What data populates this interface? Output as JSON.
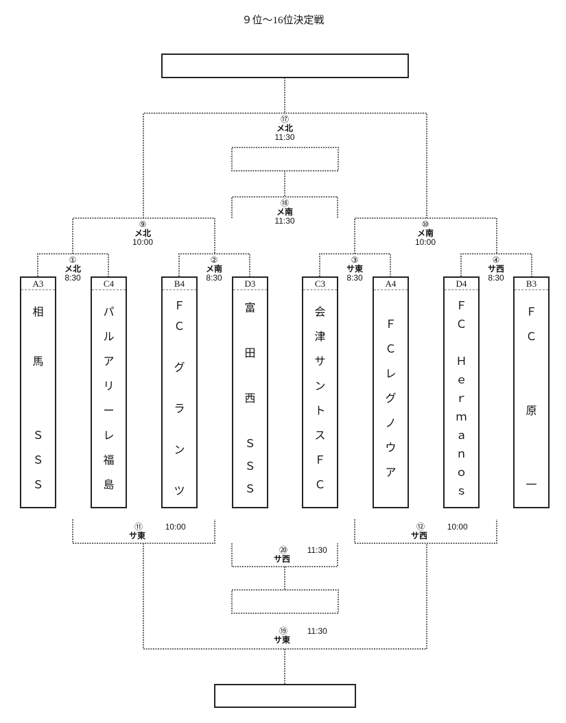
{
  "title": "９位～16位決定戦",
  "teams": [
    {
      "seed": "A3",
      "name": [
        "相",
        "",
        "馬",
        "",
        "",
        "Ｓ",
        "Ｓ",
        "Ｓ"
      ]
    },
    {
      "seed": "C4",
      "name": [
        "パ",
        "ル",
        "ア",
        "リ",
        "ー",
        "レ",
        "福",
        "島"
      ]
    },
    {
      "seed": "B4",
      "name": [
        "Ｆ",
        "Ｃ",
        "",
        "グ",
        "",
        "ラ",
        "",
        "ン",
        "",
        "ツ"
      ]
    },
    {
      "seed": "D3",
      "name": [
        "富",
        "",
        "田",
        "",
        "西",
        "",
        "Ｓ",
        "Ｓ",
        "Ｓ"
      ]
    },
    {
      "seed": "C3",
      "name": [
        "会",
        "津",
        "サ",
        "ン",
        "ト",
        "ス",
        "Ｆ",
        "Ｃ"
      ]
    },
    {
      "seed": "A4",
      "name": [
        "Ｆ",
        "Ｃ",
        "レ",
        "グ",
        "ノ",
        "ウ",
        "ア"
      ]
    },
    {
      "seed": "D4",
      "name": [
        "Ｆ",
        "Ｃ",
        "",
        "Ｈ",
        "ｅ",
        "ｒ",
        "ｍ",
        "ａ",
        "ｎ",
        "ｏ",
        "ｓ"
      ]
    },
    {
      "seed": "B3",
      "name": [
        "Ｆ",
        "Ｃ",
        "",
        "",
        "原",
        "",
        "",
        "一"
      ]
    }
  ],
  "matches": {
    "m1": {
      "no": "①",
      "venue": "メ北",
      "time": "8:30"
    },
    "m2": {
      "no": "②",
      "venue": "メ南",
      "time": "8:30"
    },
    "m3": {
      "no": "③",
      "venue": "サ東",
      "time": "8:30"
    },
    "m4": {
      "no": "④",
      "venue": "サ西",
      "time": "8:30"
    },
    "m9": {
      "no": "⑨",
      "venue": "メ北",
      "time": "10:00"
    },
    "m10": {
      "no": "⑩",
      "venue": "メ南",
      "time": "10:00"
    },
    "m11": {
      "no": "⑪",
      "venue": "サ東",
      "time": "10:00"
    },
    "m12": {
      "no": "⑫",
      "venue": "サ西",
      "time": "10:00"
    },
    "m17": {
      "no": "⑰",
      "venue": "メ北",
      "time": "11:30"
    },
    "m18": {
      "no": "⑱",
      "venue": "メ南",
      "time": "11:30"
    },
    "m19": {
      "no": "⑲",
      "venue": "サ東",
      "time": "11:30"
    },
    "m20": {
      "no": "⑳",
      "venue": "サ西",
      "time": "11:30"
    }
  },
  "results": {
    "rank9": "",
    "rank11": "",
    "rank13": "",
    "rank15": ""
  }
}
